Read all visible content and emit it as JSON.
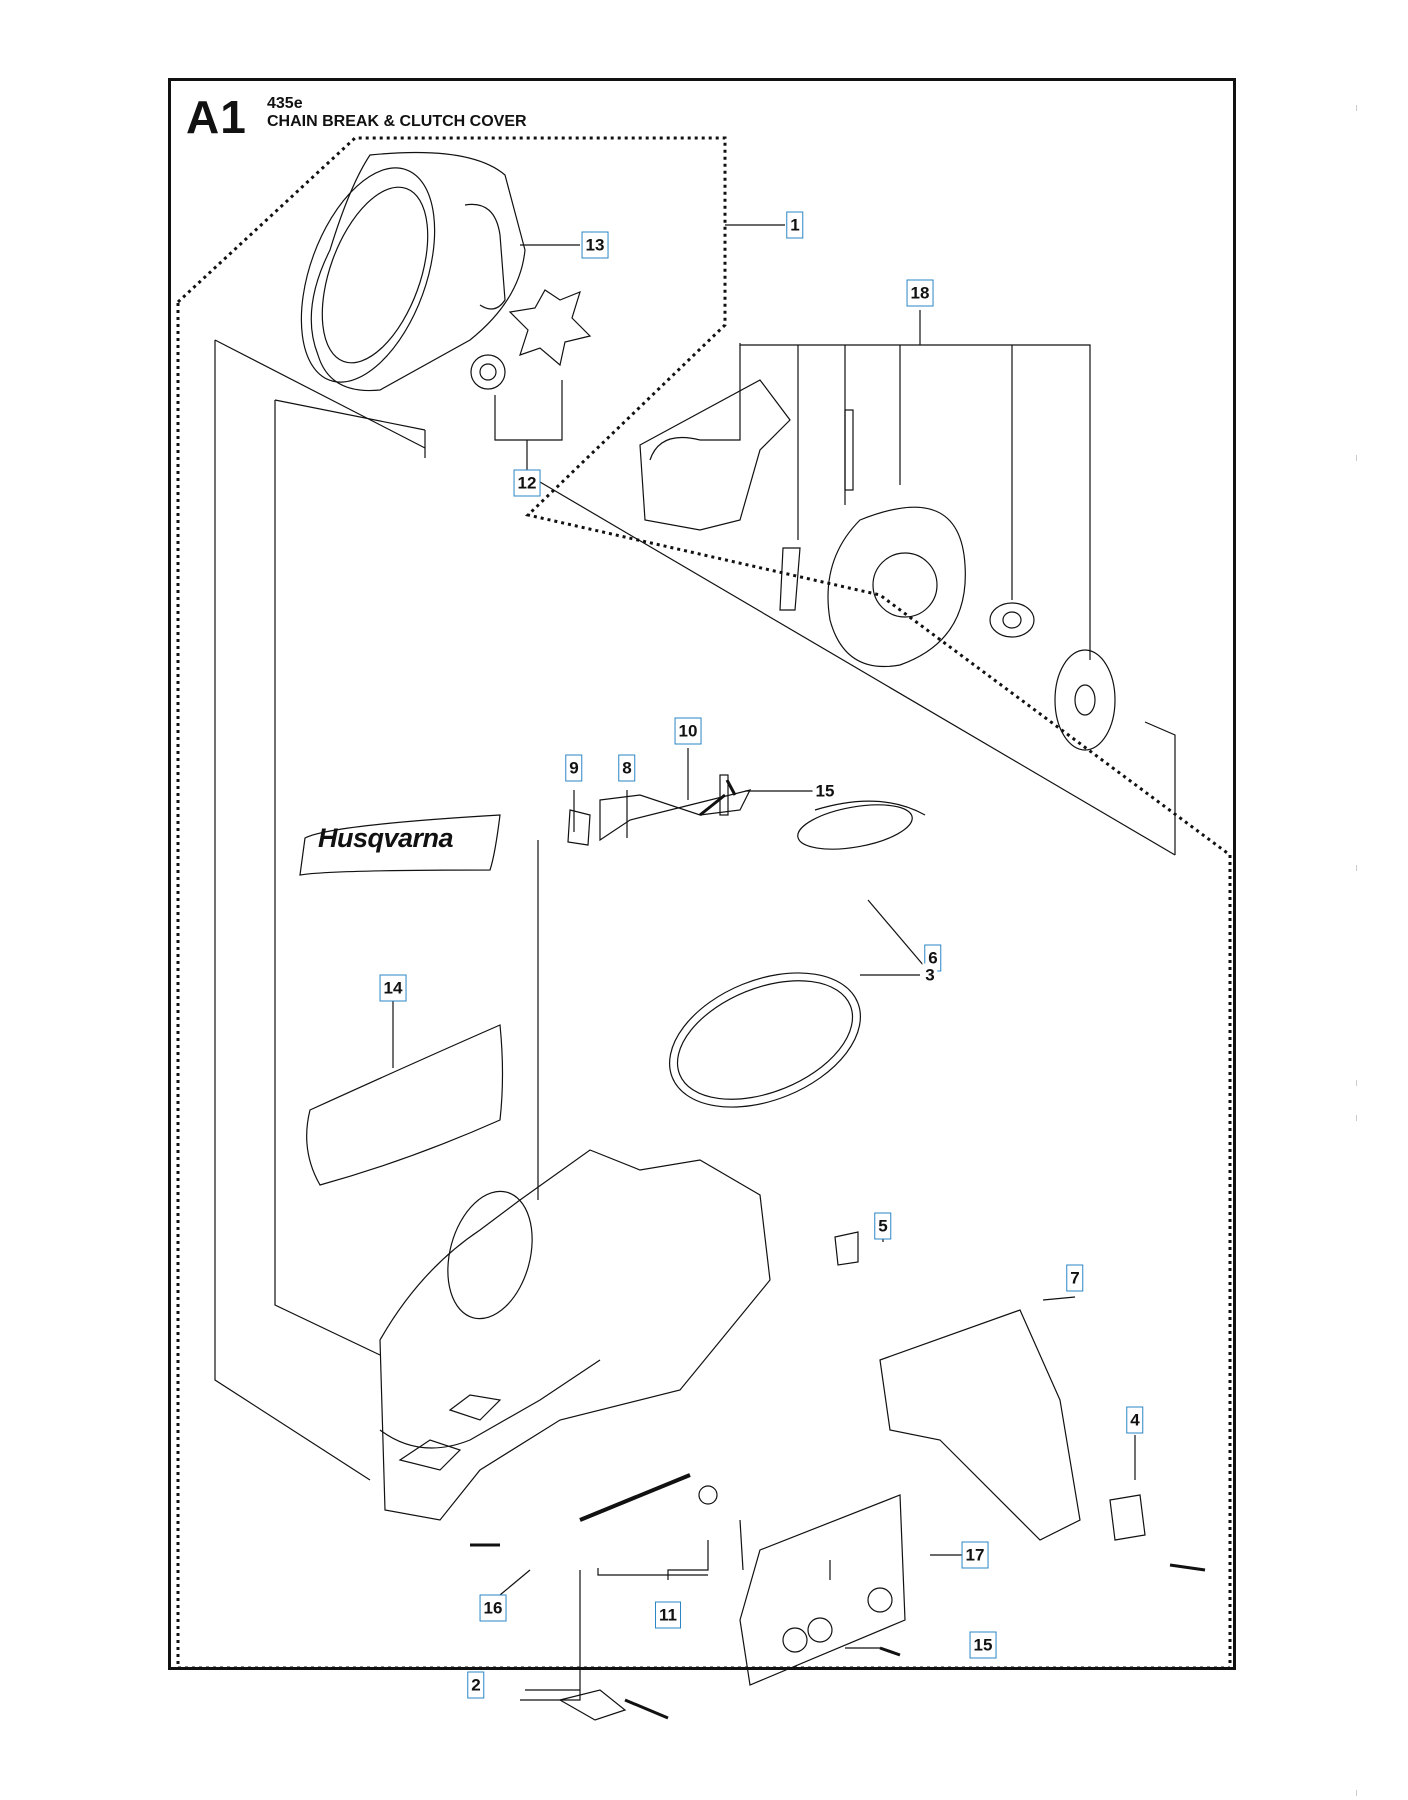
{
  "header": {
    "section_code": "A1",
    "model": "435e",
    "title": "CHAIN BREAK & CLUTCH COVER"
  },
  "logo_text": "Husqvarna",
  "callouts": [
    "1",
    "2",
    "3",
    "4",
    "5",
    "6",
    "7",
    "8",
    "9",
    "10",
    "11",
    "12",
    "13",
    "14",
    "15",
    "15",
    "16",
    "17",
    "18"
  ]
}
